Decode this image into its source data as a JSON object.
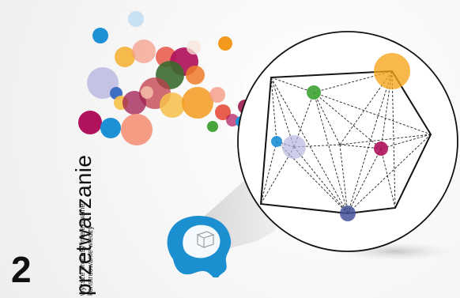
{
  "section": {
    "number": "2",
    "title": "przetwarzanie",
    "subtitle_line_1": "wyższe procesy intelektualne",
    "subtitle_line_2": "konstruowanie wiedzy"
  },
  "palette": {
    "blue": "#1e90d6",
    "orange": "#f39a1e",
    "red": "#d62b2b",
    "magenta": "#b0125b",
    "green": "#46a63c",
    "peach": "#f6b18b",
    "lavender": "#b8b6df",
    "head": "#1c8fd0",
    "outline": "#111111"
  },
  "icons": {
    "head": "head-profile-icon",
    "cube": "cube-icon",
    "polygon": "network-polygon-icon"
  }
}
